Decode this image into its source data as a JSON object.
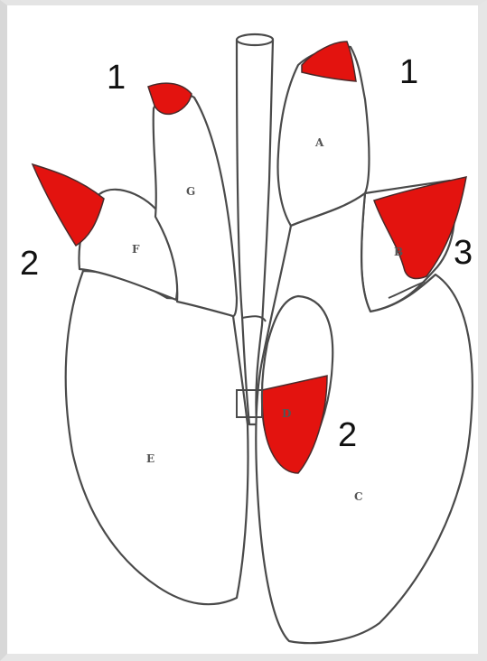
{
  "diagram": {
    "colors": {
      "marked_region": "#e3130f",
      "outline": "#4a4a4a"
    },
    "lobe_letters": {
      "A": "A",
      "B": "B",
      "C": "C",
      "D": "D",
      "E": "E",
      "F": "F",
      "G": "G"
    },
    "region_numbers": {
      "left_apex": "1",
      "right_apex": "1",
      "left_cranial": "2",
      "accessory": "2",
      "right_middle": "3"
    }
  }
}
